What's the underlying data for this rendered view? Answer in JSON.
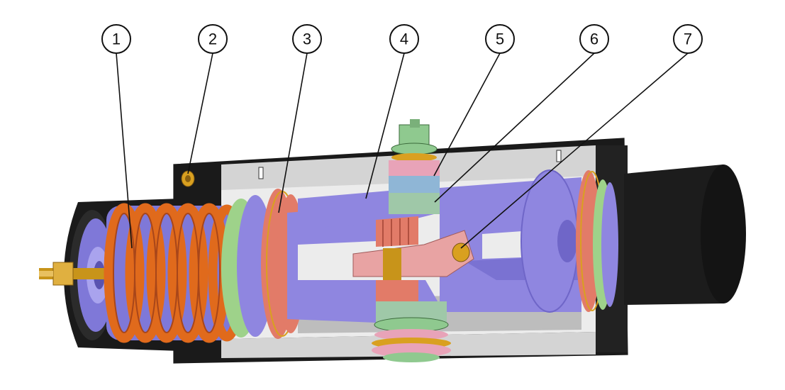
{
  "callouts": [
    {
      "label": "1"
    },
    {
      "label": "2"
    },
    {
      "label": "3"
    },
    {
      "label": "4"
    },
    {
      "label": "5"
    },
    {
      "label": "6"
    },
    {
      "label": "7"
    }
  ],
  "colors": {
    "housing": "#d9d9d9",
    "housing_dark": "#1a1a1a",
    "piston": "#8f86e0",
    "piston_dark": "#6f66c8",
    "seal_red": "#e27b68",
    "seal_green": "#9ed28a",
    "spring": "#e06a1c",
    "yoke": "#e8a3a3",
    "pinion_green": "#8fc98f",
    "pinion_blue": "#8fb6d6",
    "brass": "#d9a020",
    "cap": "#1c1c1c"
  }
}
